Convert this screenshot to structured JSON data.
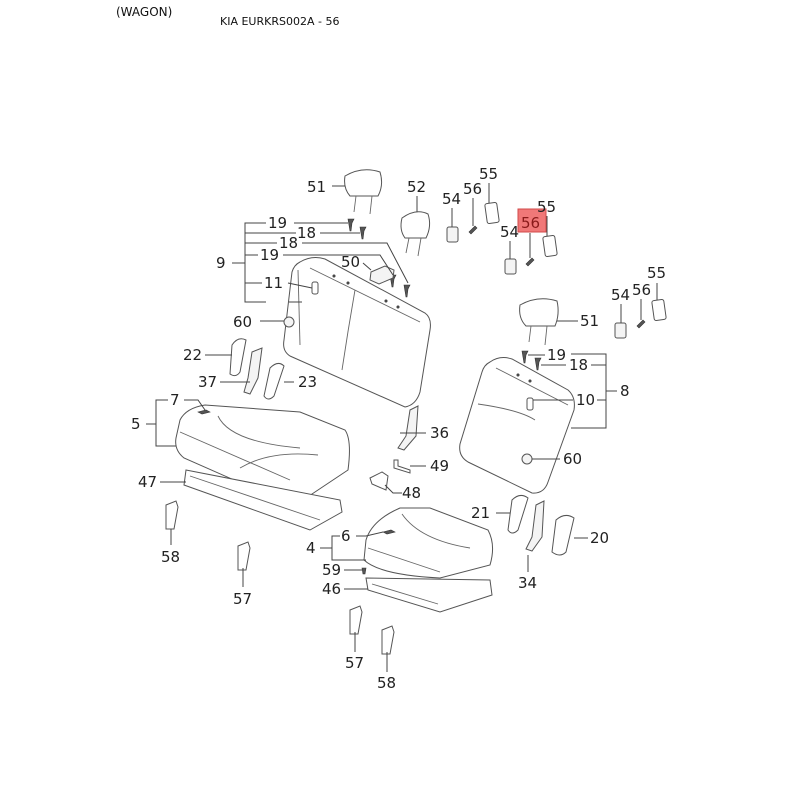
{
  "header": {
    "variant": "(WAGON)",
    "catalog_code": "KIA EURKRS002A - 56"
  },
  "highlight": {
    "part_number": "56",
    "color": "#f07878"
  },
  "callouts": {
    "c51a": "51",
    "c52": "52",
    "c54a": "54",
    "c56a": "56",
    "c55a": "55",
    "c55b": "55",
    "c54b": "54",
    "c56b": "56",
    "c19a": "19",
    "c18a": "18",
    "c18b": "18",
    "c19b": "19",
    "c9": "9",
    "c50": "50",
    "c11": "11",
    "c60a": "60",
    "c54c": "54",
    "c56c": "56",
    "c55c": "55",
    "c51b": "51",
    "c19c": "19",
    "c18c": "18",
    "c8": "8",
    "c10": "10",
    "c22": "22",
    "c37": "37",
    "c23": "23",
    "c7": "7",
    "c5": "5",
    "c36": "36",
    "c49": "49",
    "c60b": "60",
    "c47": "47",
    "c48": "48",
    "c21": "21",
    "c20": "20",
    "c6": "6",
    "c4": "4",
    "c58a": "58",
    "c57a": "57",
    "c34": "34",
    "c59": "59",
    "c46": "46",
    "c57b": "57",
    "c58b": "58"
  }
}
